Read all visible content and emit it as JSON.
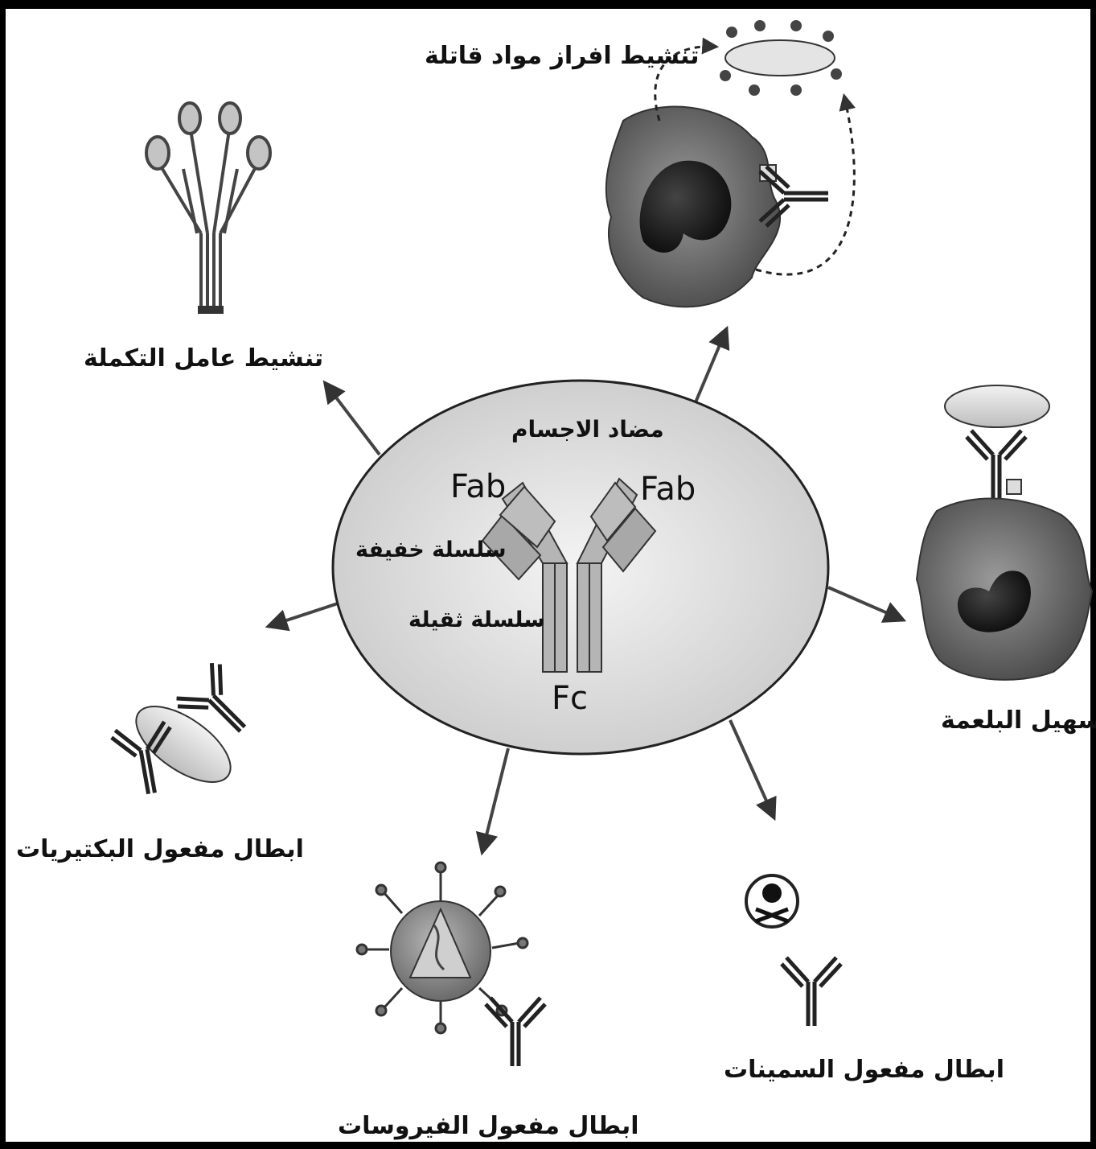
{
  "diagram": {
    "center": {
      "title": "مضاد الاجسام",
      "fab_left": "Fab",
      "fab_right": "Fab",
      "fc": "Fc",
      "light_chain": "سلسلة خفيفة",
      "heavy_chain": "سلسلة ثقيلة"
    },
    "functions": {
      "killer_secretion": "تنشيط افراز مواد قاتلة",
      "complement_activation": "تنشيط عامل التكملة",
      "opsonization": "تسهيل البلعمة",
      "bacteria_neutralization": "ابطال مفعول البكتيريات",
      "virus_neutralization": "ابطال مفعول الفيروسات",
      "toxin_neutralization": "ابطال مفعول السمينات"
    }
  }
}
